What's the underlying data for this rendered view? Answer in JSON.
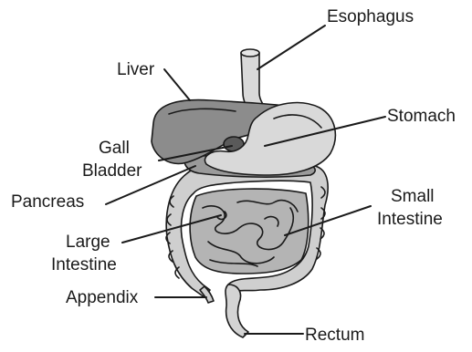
{
  "labels": {
    "esophagus": "Esophagus",
    "liver": "Liver",
    "stomach": "Stomach",
    "gall_bladder_line1": "Gall",
    "gall_bladder_line2": "Bladder",
    "pancreas": "Pancreas",
    "small_intestine_line1": "Small",
    "small_intestine_line2": "Intestine",
    "large_intestine_line1": "Large",
    "large_intestine_line2": "Intestine",
    "appendix": "Appendix",
    "rectum": "Rectum"
  },
  "colors": {
    "liver": "#8c8c8c",
    "stomach": "#d9d9d9",
    "intestine": "#bfbfbf",
    "intestine_shadow": "#6f6f6f",
    "outline": "#1a1a1a"
  }
}
